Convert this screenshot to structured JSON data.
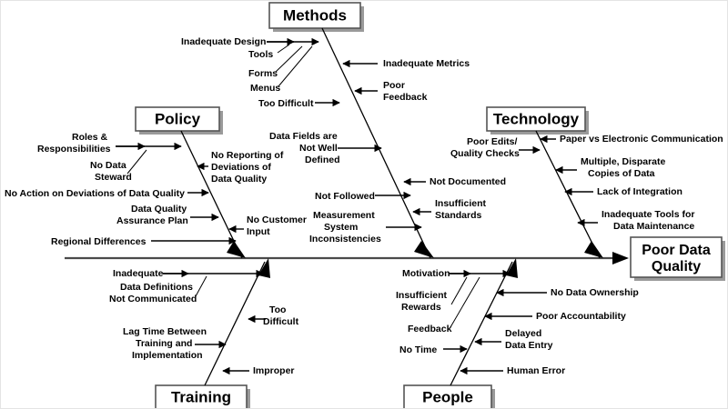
{
  "diagram": {
    "type": "fishbone-ishikawa",
    "effect": {
      "label_line1": "Poor Data",
      "label_line2": "Quality"
    },
    "categories": [
      {
        "id": "methods",
        "label": "Methods",
        "position": "top",
        "causes": [
          "Inadequate Design",
          "Tools",
          "Forms",
          "Menus",
          "Too Difficult",
          "Inadequate Metrics",
          "Poor Feedback",
          "Data Fields are Not Well Defined",
          "Not Documented",
          "Not Followed",
          "Insufficient Standards",
          "Measurement System Inconsistencies"
        ]
      },
      {
        "id": "policy",
        "label": "Policy",
        "position": "top",
        "causes": [
          "Roles & Responsibilities",
          "No Data Steward",
          "No Reporting of Deviations of Data Quality",
          "No Action on Deviations of Data Quality",
          "Data Quality Assurance Plan",
          "No Customer Input",
          "Regional Differences"
        ]
      },
      {
        "id": "technology",
        "label": "Technology",
        "position": "top",
        "causes": [
          "Poor Edits/ Quality Checks",
          "Paper vs Electronic Communication",
          "Multiple, Disparate Copies of Data",
          "Lack of Integration",
          "Inadequate Tools for Data Maintenance"
        ]
      },
      {
        "id": "training",
        "label": "Training",
        "position": "bottom",
        "causes": [
          "Inadequate",
          "Data Definitions Not Communicated",
          "Too Difficult",
          "Lag Time Between Training and Implementation",
          "Improper"
        ]
      },
      {
        "id": "people",
        "label": "People",
        "position": "bottom",
        "causes": [
          "Motivation",
          "Insufficient Rewards",
          "Feedback",
          "No Time",
          "No Data Ownership",
          "Poor Accountability",
          "Delayed Data Entry",
          "Human Error"
        ]
      }
    ]
  },
  "boxes": {
    "methods": "Methods",
    "policy": "Policy",
    "technology": "Technology",
    "training": "Training",
    "people": "People",
    "effect_line1": "Poor Data",
    "effect_line2": "Quality"
  },
  "methods_causes": {
    "inadequate_design": "Inadequate Design",
    "tools": "Tools",
    "forms": "Forms",
    "menus": "Menus",
    "too_difficult": "Too Difficult",
    "inadequate_metrics": "Inadequate Metrics",
    "poor_feedback_l1": "Poor",
    "poor_feedback_l2": "Feedback",
    "data_fields_l1": "Data Fields are",
    "data_fields_l2": "Not Well",
    "data_fields_l3": "Defined",
    "not_documented": "Not Documented",
    "not_followed": "Not Followed",
    "insufficient_standards_l1": "Insufficient",
    "insufficient_standards_l2": "Standards",
    "measurement_l1": "Measurement",
    "measurement_l2": "System",
    "measurement_l3": "Inconsistencies"
  },
  "policy_causes": {
    "roles_l1": "Roles &",
    "roles_l2": "Responsibilities",
    "steward_l1": "No Data",
    "steward_l2": "Steward",
    "no_reporting_l1": "No Reporting of",
    "no_reporting_l2": "Deviations of",
    "no_reporting_l3": "Data Quality",
    "no_action": "No Action on Deviations of Data Quality",
    "dq_plan_l1": "Data Quality",
    "dq_plan_l2": "Assurance Plan",
    "no_customer_l1": "No Customer",
    "no_customer_l2": "Input",
    "regional": "Regional Differences"
  },
  "technology_causes": {
    "poor_edits_l1": "Poor Edits/",
    "poor_edits_l2": "Quality Checks",
    "paper_vs_electronic": "Paper vs Electronic Communication",
    "multiple_l1": "Multiple, Disparate",
    "multiple_l2": "Copies of Data",
    "lack_integration": "Lack of Integration",
    "inadequate_tools_l1": "Inadequate Tools for",
    "inadequate_tools_l2": "Data Maintenance"
  },
  "training_causes": {
    "inadequate": "Inadequate",
    "data_defs_l1": "Data Definitions",
    "data_defs_l2": "Not Communicated",
    "too_difficult_l1": "Too",
    "too_difficult_l2": "Difficult",
    "lag_time_l1": "Lag Time Between",
    "lag_time_l2": "Training and",
    "lag_time_l3": "Implementation",
    "improper": "Improper"
  },
  "people_causes": {
    "motivation": "Motivation",
    "insufficient_rewards_l1": "Insufficient",
    "insufficient_rewards_l2": "Rewards",
    "feedback": "Feedback",
    "no_time": "No Time",
    "no_data_ownership": "No Data Ownership",
    "poor_accountability": "Poor Accountability",
    "delayed_l1": "Delayed",
    "delayed_l2": "Data Entry",
    "human_error": "Human Error"
  },
  "colors": {
    "background": "#ffffff",
    "line": "#000000",
    "spine": "#4a4a4a",
    "box_stroke": "#555555",
    "box_shadow": "#9a9a9a",
    "text": "#000000"
  }
}
